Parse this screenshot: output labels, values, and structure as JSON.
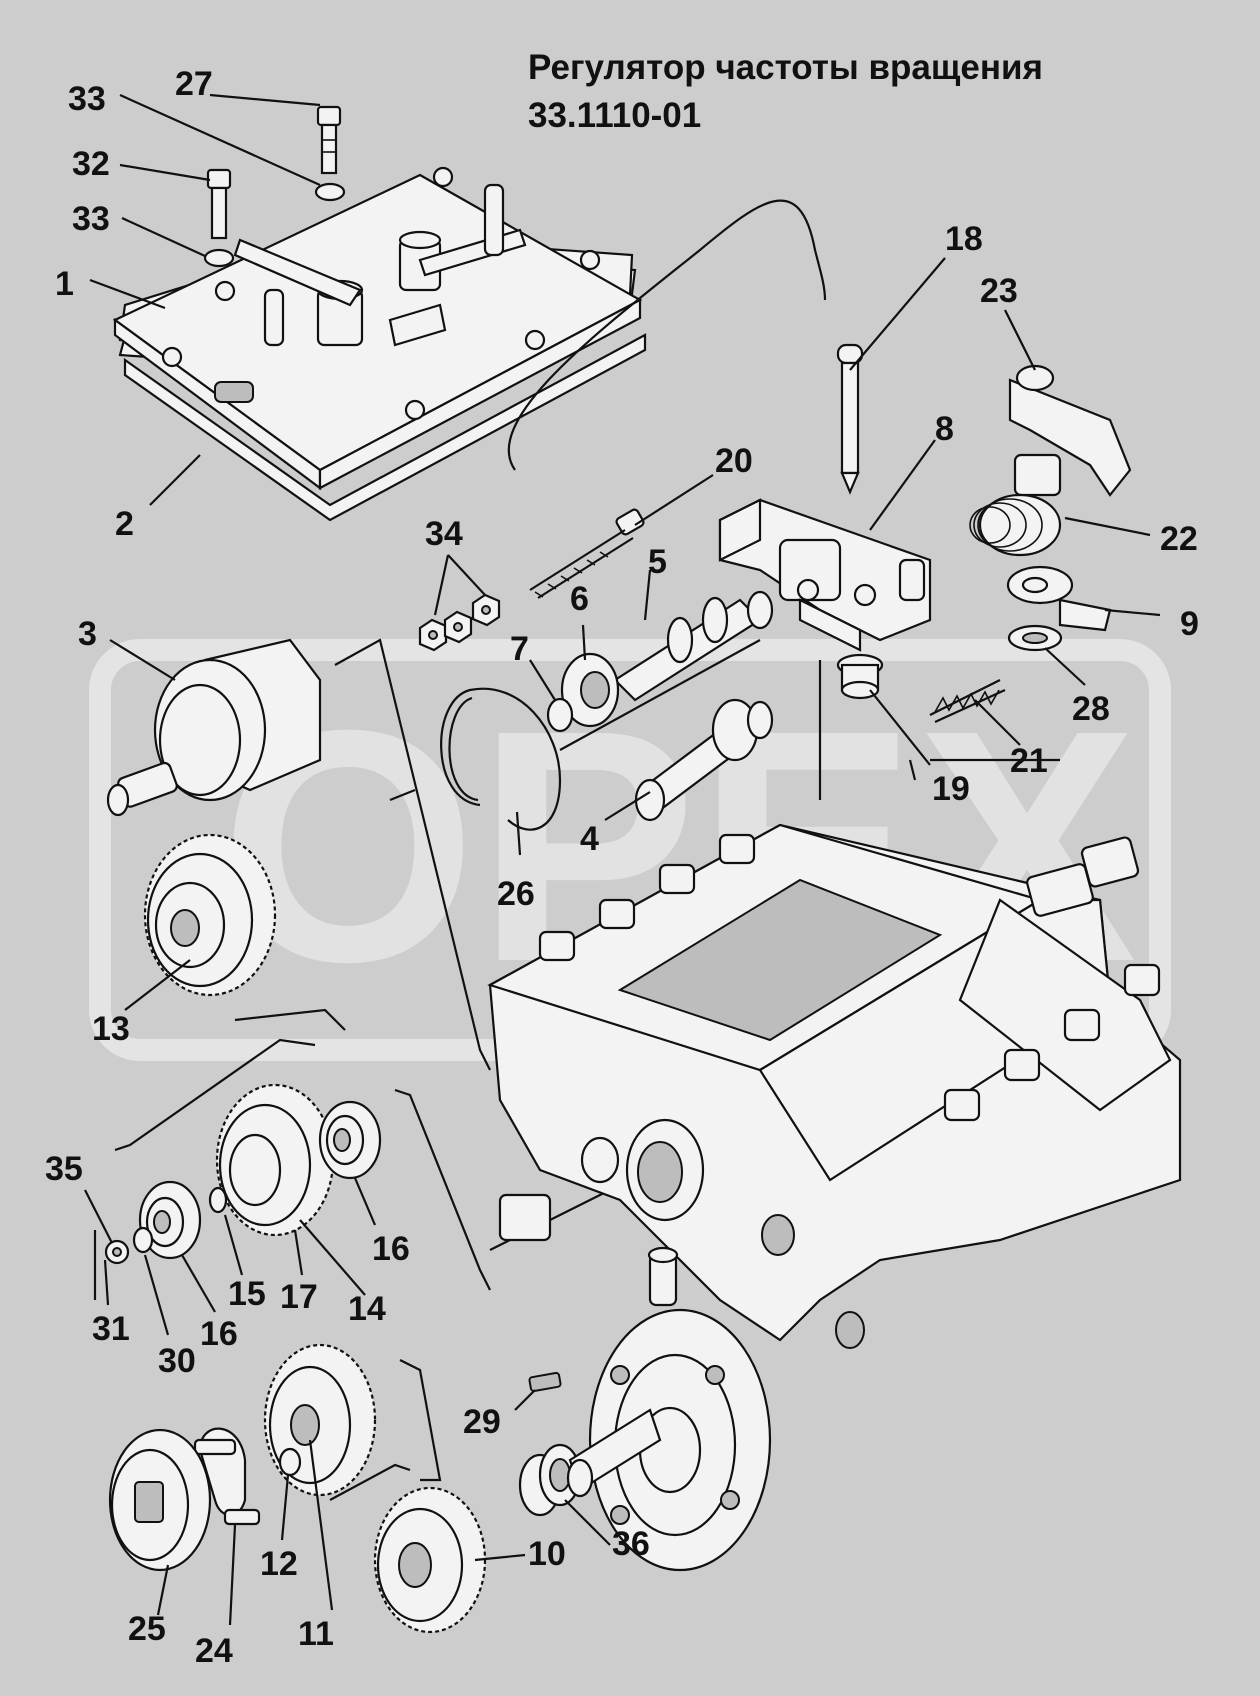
{
  "title_line1": "Регулятор частоты вращения",
  "title_line2": "33.1110-01",
  "watermark_text": "OPEX",
  "colors": {
    "background": "#cdcdcd",
    "watermark": "#e4e4e4",
    "ink": "#111111"
  },
  "callouts": {
    "n1": "1",
    "n2": "2",
    "n3": "3",
    "n4": "4",
    "n5": "5",
    "n6": "6",
    "n7": "7",
    "n8": "8",
    "n9": "9",
    "n10": "10",
    "n11": "11",
    "n12": "12",
    "n13": "13",
    "n14": "14",
    "n15": "15",
    "n16a": "16",
    "n16b": "16",
    "n17": "17",
    "n18": "18",
    "n19": "19",
    "n20": "20",
    "n21": "21",
    "n22": "22",
    "n23": "23",
    "n24": "24",
    "n25": "25",
    "n26": "26",
    "n27": "27",
    "n28": "28",
    "n29": "29",
    "n30": "30",
    "n31": "31",
    "n32": "32",
    "n33a": "33",
    "n33b": "33",
    "n34": "34",
    "n35": "35",
    "n36": "36"
  }
}
